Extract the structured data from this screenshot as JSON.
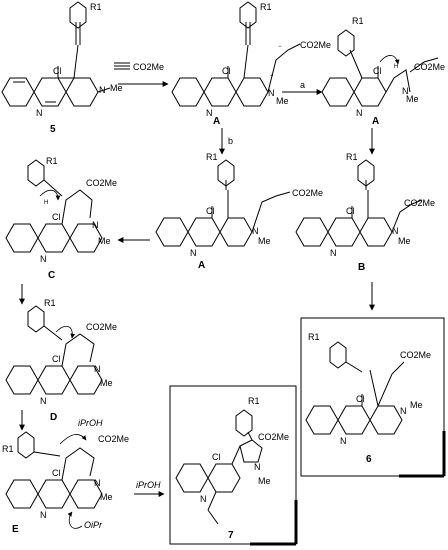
{
  "labels": {
    "cl": "Cl",
    "n": "N",
    "me": "Me",
    "co2me": "CO2Me",
    "r1": "R1",
    "reagent": "CO2Me",
    "step_a": "a",
    "step_b": "b",
    "c5": "5",
    "cA": "A",
    "cB": "B",
    "cC": "C",
    "cD": "D",
    "cE": "E",
    "c6": "6",
    "c7": "7",
    "iproh": "iPrOH",
    "oipr": "OiPr",
    "plus": "+",
    "minus": "−",
    "h": "H"
  }
}
